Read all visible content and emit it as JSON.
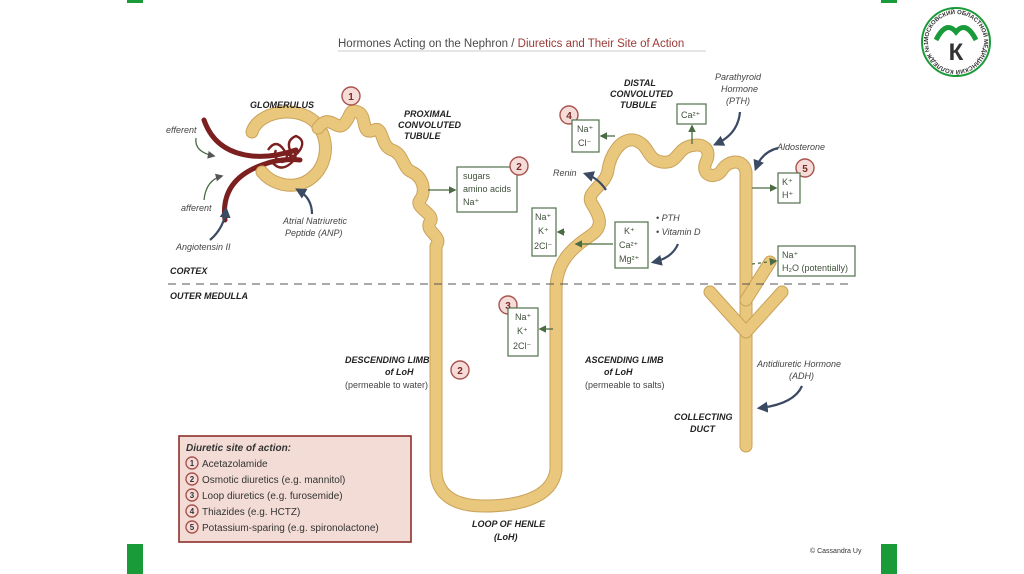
{
  "title": "Hormones Acting on the Nephron / Diuretics and Their Site of Action",
  "title_part1": "Hormones Acting on the Nephron",
  "title_sep": " / ",
  "title_part2": "Diuretics and Their Site of Action",
  "labels": {
    "glomerulus": "GLOMERULUS",
    "efferent": "efferent",
    "afferent": "afferent",
    "angiotensin": "Angiotensin II",
    "anp_line1": "Atrial Natriuretic",
    "anp_line2": "Peptide (ANP)",
    "pct_line1": "PROXIMAL",
    "pct_line2": "CONVOLUTED",
    "pct_line3": "TUBULE",
    "dct_line1": "DISTAL",
    "dct_line2": "CONVOLUTED",
    "dct_line3": "TUBULE",
    "pth_line1": "Parathyroid",
    "pth_line2": "Hormone",
    "pth_line3": "(PTH)",
    "aldosterone": "Aldosterone",
    "renin": "Renin",
    "pth_bullet": "• PTH",
    "vitd_bullet": "• Vitamin D",
    "cortex": "CORTEX",
    "outer_medulla": "OUTER MEDULLA",
    "desc_line1": "DESCENDING LIMB",
    "desc_line2": "of LoH",
    "desc_line3": "(permeable to water)",
    "asc_line1": "ASCENDING LIMB",
    "asc_line2": "of LoH",
    "asc_line3": "(permeable to salts)",
    "adh_line1": "Antidiuretic Hormone",
    "adh_line2": "(ADH)",
    "cd_line1": "COLLECTING",
    "cd_line2": "DUCT",
    "loop_line1": "LOOP OF HENLE",
    "loop_line2": "(LoH)",
    "copyright": "© Cassandra Uy"
  },
  "boxes": {
    "pct": [
      "sugars",
      "amino acids",
      "Na⁺"
    ],
    "dct_nacl": [
      "Na⁺",
      "Cl⁻"
    ],
    "ca": [
      "Ca²⁺"
    ],
    "asc_nak2cl": [
      "Na⁺",
      "K⁺",
      "2Cl⁻"
    ],
    "asc_kcamg": [
      "K⁺",
      "Ca²⁺",
      "Mg²⁺"
    ],
    "loop_nak2cl": [
      "Na⁺",
      "K⁺",
      "2Cl⁻"
    ],
    "kh": [
      "K⁺",
      "H⁺"
    ],
    "nah2o": [
      "Na⁺",
      "H₂O (potentially)"
    ]
  },
  "markers": {
    "m1": "1",
    "m2a": "2",
    "m2b": "2",
    "m3": "3",
    "m4": "4",
    "m5": "5"
  },
  "legend": {
    "title": "Diuretic site of action:",
    "items": [
      {
        "num": "1",
        "text": "Acetazolamide"
      },
      {
        "num": "2",
        "text": "Osmotic diuretics (e.g. mannitol)"
      },
      {
        "num": "3",
        "text": "Loop diuretics (e.g. furosemide)"
      },
      {
        "num": "4",
        "text": "Thiazides (e.g. HCTZ)"
      },
      {
        "num": "5",
        "text": "Potassium-sparing (e.g. spironolactone)"
      }
    ]
  },
  "logo": {
    "ring_text": "МОСКОВСКИЙ ОБЛАСТНОЙ МЕДИЦИНСКИЙ КОЛЛЕДЖ №1",
    "letter": "К"
  },
  "colors": {
    "accent_green": "#1a9b3a",
    "tube": "#e9c77c",
    "vessel": "#7b1f1f",
    "marker": "#a9544e",
    "box_border": "#50704a",
    "legend_bg": "#f3dcd6",
    "legend_border": "#8e2f2a"
  }
}
